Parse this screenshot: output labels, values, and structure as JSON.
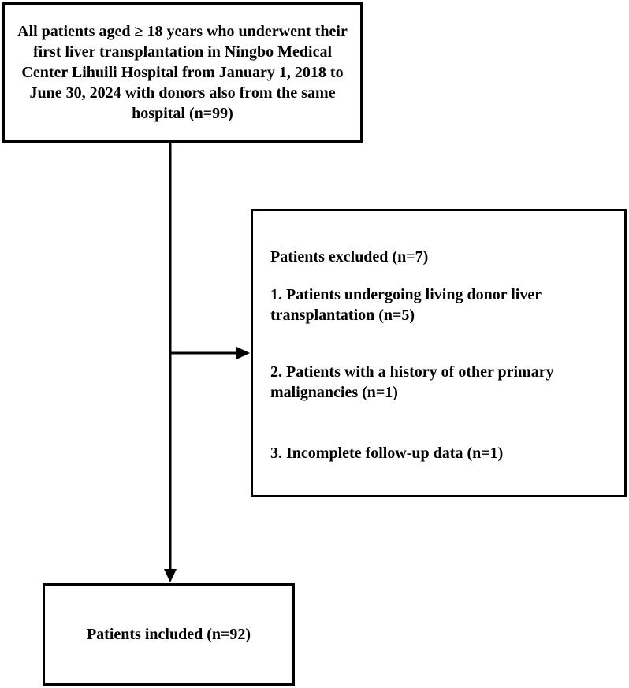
{
  "flowchart": {
    "top_box": {
      "text": "All patients aged ≥ 18 years who underwent their first liver transplantation in Ningbo Medical Center Lihuili Hospital from January 1, 2018 to June 30, 2024 with donors also from the same hospital (n=99)"
    },
    "exclusion_box": {
      "title": "Patients excluded (n=7)",
      "items": [
        "1. Patients undergoing living donor liver transplantation (n=5)",
        "2. Patients with a history of other primary malignancies (n=1)",
        "3. Incomplete follow-up data (n=1)"
      ]
    },
    "included_box": {
      "text": "Patients included (n=92)"
    }
  },
  "colors": {
    "line": "#000000",
    "background": "#ffffff"
  }
}
